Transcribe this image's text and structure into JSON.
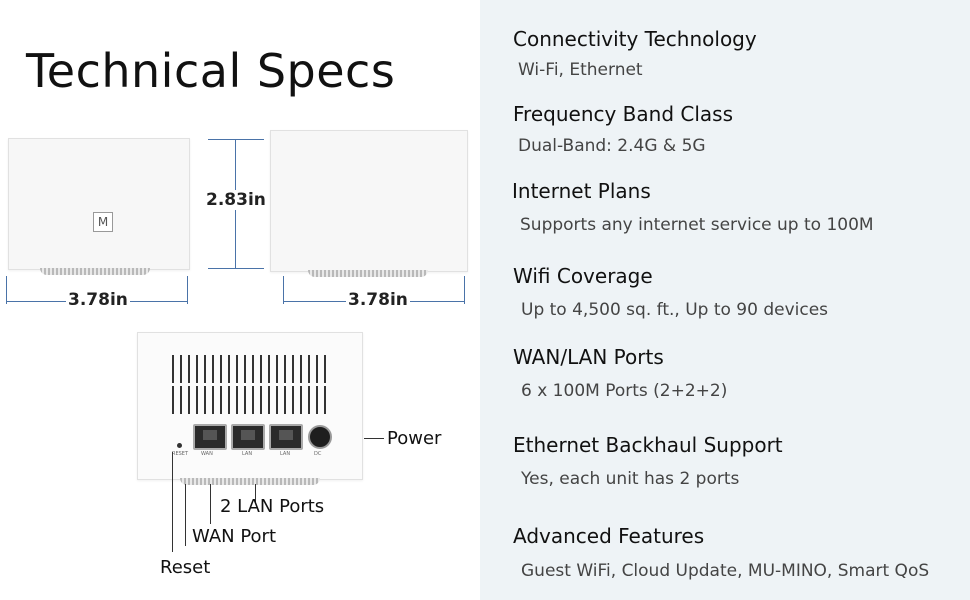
{
  "title": "Technical Specs",
  "dimensions": {
    "height": "2.83in",
    "width_front": "3.78in",
    "width_side": "3.78in"
  },
  "device": {
    "logo_letter": "M",
    "port_labels": [
      "RESET",
      "WAN",
      "LAN",
      "LAN",
      "DC"
    ]
  },
  "callouts": {
    "power": "Power",
    "lan_ports": "2 LAN Ports",
    "wan_port": "WAN Port",
    "reset": "Reset"
  },
  "specs": [
    {
      "heading": "Connectivity Technology",
      "value": "Wi-Fi, Ethernet"
    },
    {
      "heading": "Frequency Band Class",
      "value": "Dual-Band: 2.4G & 5G"
    },
    {
      "heading": "Internet Plans",
      "value": "Supports any internet service up to 100M"
    },
    {
      "heading": "Wifi Coverage",
      "value": "Up to 4,500 sq. ft., Up to 90 devices"
    },
    {
      "heading": "WAN/LAN Ports",
      "value": "6 x 100M Ports (2+2+2)"
    },
    {
      "heading": "Ethernet Backhaul Support",
      "value": "Yes, each unit has 2 ports"
    },
    {
      "heading": "Advanced Features",
      "value": "Guest WiFi, Cloud Update, MU-MINO, Smart QoS"
    }
  ]
}
